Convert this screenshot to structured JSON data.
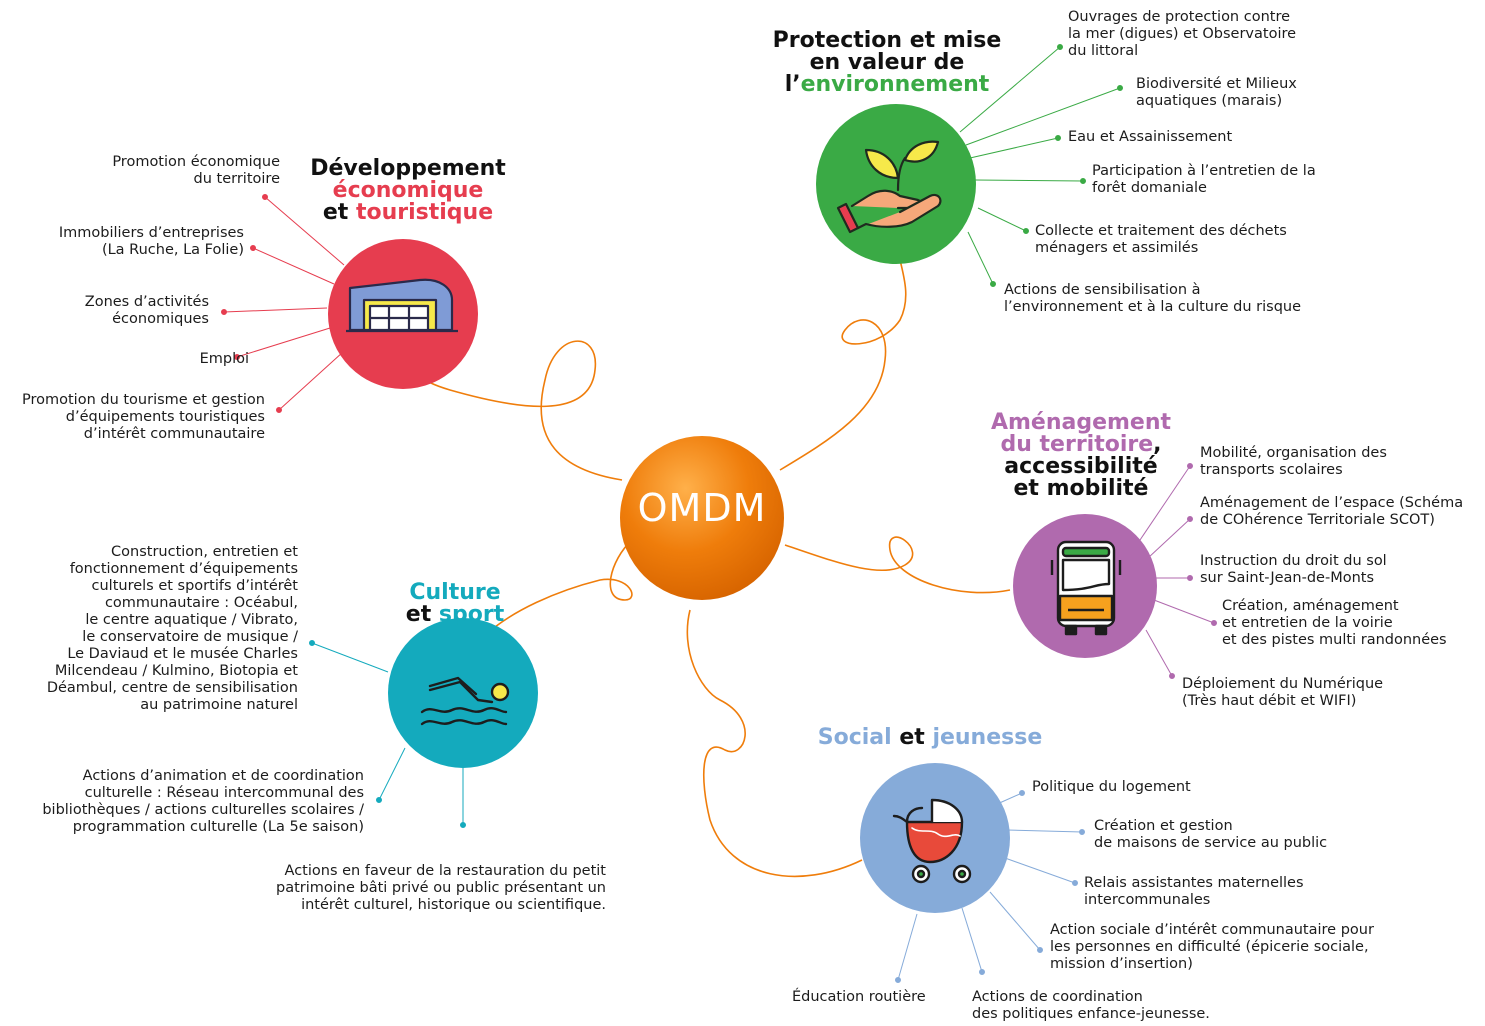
{
  "center": {
    "label": "OMDM"
  },
  "colors": {
    "center": "#ef7d0b",
    "economy": "#e63d4f",
    "environment": "#3aaa45",
    "planning": "#b06aae",
    "social": "#86abd9",
    "culture": "#14aabd",
    "icon_yellow": "#f6e94a"
  },
  "branches": {
    "economy": {
      "title_lines": [
        {
          "parts": [
            {
              "text": "Développement",
              "accent": false
            }
          ]
        },
        {
          "parts": [
            {
              "text": "économique",
              "accent": true
            }
          ]
        },
        {
          "parts": [
            {
              "text": "et ",
              "accent": false
            },
            {
              "text": "touristique",
              "accent": true
            }
          ]
        }
      ],
      "icon": "building-icon",
      "items": [
        "Promotion économique\ndu territoire",
        "Immobiliers d’entreprises\n(La Ruche, La Folie)",
        "Zones d’activités\néconomiques",
        "Emploi",
        "Promotion du tourisme et gestion\nd’équipements touristiques\nd’intérêt communautaire"
      ]
    },
    "environment": {
      "title_lines": [
        {
          "parts": [
            {
              "text": "Protection et mise",
              "accent": false
            }
          ]
        },
        {
          "parts": [
            {
              "text": "en valeur de",
              "accent": false
            }
          ]
        },
        {
          "parts": [
            {
              "text": "l’",
              "accent": false
            },
            {
              "text": "environnement",
              "accent": true
            }
          ]
        }
      ],
      "icon": "plant-in-hand-icon",
      "items": [
        "Ouvrages de protection contre\nla mer (digues) et Observatoire\ndu littoral",
        "Biodiversité et Milieux\naquatiques (marais)",
        "Eau et Assainissement",
        "Participation à l’entretien de la\nforêt domaniale",
        "Collecte et traitement des déchets\nménagers et assimilés",
        "Actions de sensibilisation à\nl’environnement et à la culture du risque"
      ]
    },
    "planning": {
      "title_lines": [
        {
          "parts": [
            {
              "text": "Aménagement",
              "accent": true
            }
          ]
        },
        {
          "parts": [
            {
              "text": "du territoire",
              "accent": true
            },
            {
              "text": ",",
              "accent": false
            }
          ]
        },
        {
          "parts": [
            {
              "text": "accessibilité",
              "accent": false
            }
          ]
        },
        {
          "parts": [
            {
              "text": "et mobilité",
              "accent": false
            }
          ]
        }
      ],
      "icon": "bus-icon",
      "items": [
        "Mobilité, organisation des\ntransports scolaires",
        "Aménagement de l’espace (Schéma\nde COhérence Territoriale SCOT)",
        "Instruction du droit du sol\n sur Saint-Jean-de-Monts",
        "Création, aménagement\net entretien de la voirie\net des pistes multi randonnées",
        "Déploiement du Numérique\n(Très haut débit et WIFI)"
      ]
    },
    "social": {
      "title_lines": [
        {
          "parts": [
            {
              "text": "Social",
              "accent": true
            },
            {
              "text": " et ",
              "accent": false
            },
            {
              "text": "jeunesse",
              "accent": true
            }
          ]
        }
      ],
      "icon": "stroller-icon",
      "items": [
        "Politique du logement",
        "Création et gestion\nde maisons de service au public",
        "Relais assistantes maternelles\nintercommunales",
        "Action sociale d’intérêt communautaire pour\nles personnes en difficulté (épicerie sociale,\nmission d’insertion)",
        "Actions de coordination\ndes politiques enfance-jeunesse.",
        "Éducation routière"
      ]
    },
    "culture": {
      "title_lines": [
        {
          "parts": [
            {
              "text": "Culture",
              "accent": true
            }
          ]
        },
        {
          "parts": [
            {
              "text": "et ",
              "accent": false
            },
            {
              "text": "sport",
              "accent": true
            }
          ]
        }
      ],
      "icon": "swimmer-icon",
      "items": [
        "Construction, entretien et\nfonctionnement d’équipements\nculturels et sportifs d’intérêt\ncommunautaire : Océabul,\nle centre aquatique / Vibrato,\nle conservatoire de musique /\nLe Daviaud et le musée Charles\nMilcendeau / Kulmino, Biotopia et\nDéambul, centre de sensibilisation\nau patrimoine naturel",
        "Actions d’animation et de coordination\nculturelle : Réseau intercommunal des\nbibliothèques / actions culturelles scolaires /\nprogrammation culturelle (La 5e saison)",
        "Actions en faveur de la restauration du petit\npatrimoine bâti privé ou public présentant un\nintérêt culturel, historique ou scientifique."
      ]
    }
  }
}
